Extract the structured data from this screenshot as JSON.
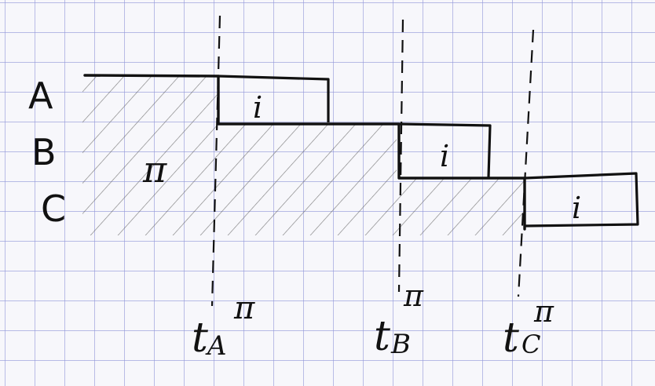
{
  "colors": {
    "paper": "#f7f7fb",
    "grid": "#8f95d8",
    "ink": "#111111",
    "hatch": "#6a6a6a"
  },
  "rows": [
    {
      "id": "A",
      "label": "A"
    },
    {
      "id": "B",
      "label": "B"
    },
    {
      "id": "C",
      "label": "C"
    }
  ],
  "region_label": "π",
  "block_label": "i",
  "times": [
    {
      "id": "tA",
      "base": "t",
      "sub": "A",
      "sup": "π"
    },
    {
      "id": "tB",
      "base": "t",
      "sub": "B",
      "sup": "π"
    },
    {
      "id": "tC",
      "base": "t",
      "sub": "C",
      "sup": "π"
    }
  ]
}
